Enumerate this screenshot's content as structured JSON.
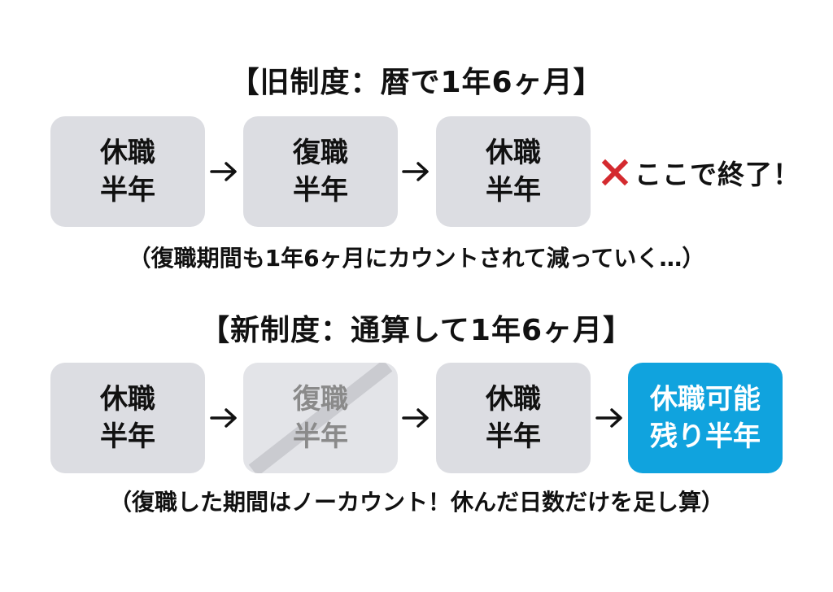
{
  "old_system": {
    "title": "【旧制度：暦で1年6ヶ月】",
    "steps": [
      {
        "line1": "休職",
        "line2": "半年",
        "state": "leave"
      },
      {
        "line1": "復職",
        "line2": "半年",
        "state": "return"
      },
      {
        "line1": "休職",
        "line2": "半年",
        "state": "leave"
      }
    ],
    "end_icon": "x-mark-icon",
    "end_label": "ここで終了！",
    "note": "（復職期間も1年6ヶ月にカウントされて減っていく…）"
  },
  "new_system": {
    "title": "【新制度：通算して1年6ヶ月】",
    "steps": [
      {
        "line1": "休職",
        "line2": "半年",
        "state": "leave"
      },
      {
        "line1": "復職",
        "line2": "半年",
        "state": "return-not-counted"
      },
      {
        "line1": "休職",
        "line2": "半年",
        "state": "leave"
      },
      {
        "line1": "休職可能",
        "line2": "残り半年",
        "state": "remaining"
      }
    ],
    "note": "（復職した期間はノーカウント！休んだ日数だけを足し算）"
  },
  "icons": {
    "arrow": "arrow-right-icon",
    "end": "x-mark-icon"
  },
  "colors": {
    "box_gray": "#dcdde2",
    "box_faded": "#e3e4e8",
    "faded_text": "#8a8a8a",
    "highlight_blue": "#10a3de",
    "x_red": "#d42a2f",
    "text": "#111111"
  }
}
